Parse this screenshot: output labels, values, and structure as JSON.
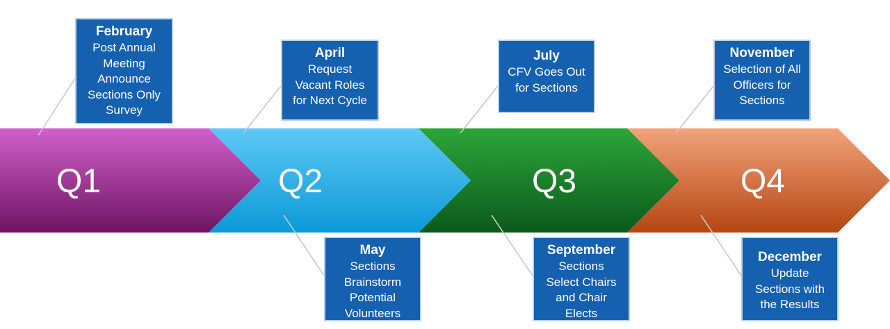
{
  "quarters": [
    {
      "label": "Q1",
      "color_top": "#d160cc",
      "color_bottom": "#6e1462"
    },
    {
      "label": "Q2",
      "color_top": "#5ec8f4",
      "color_bottom": "#0b9ad8"
    },
    {
      "label": "Q3",
      "color_top": "#2da539",
      "color_bottom": "#0b5a1c"
    },
    {
      "label": "Q4",
      "color_top": "#f2a37a",
      "color_bottom": "#b54512"
    }
  ],
  "milestones": [
    {
      "month": "February",
      "lines": [
        "Post Annual",
        "Meeting",
        "Announce",
        "Sections Only",
        "Survey"
      ]
    },
    {
      "month": "April",
      "lines": [
        "Request",
        "Vacant Roles",
        "for Next Cycle"
      ]
    },
    {
      "month": "May",
      "lines": [
        "Sections",
        "Brainstorm",
        "Potential",
        "Volunteers"
      ]
    },
    {
      "month": "July",
      "lines": [
        "CFV Goes Out",
        "for Sections"
      ]
    },
    {
      "month": "September",
      "lines": [
        "Sections",
        "Select Chairs",
        "and Chair",
        "Elects"
      ]
    },
    {
      "month": "November",
      "lines": [
        "Selection of All",
        "Officers for",
        "Sections"
      ]
    },
    {
      "month": "December",
      "lines": [
        "Update",
        "Sections with",
        "the Results"
      ]
    }
  ],
  "colors": {
    "callout_fill": "#1660b0",
    "callout_border": "#bcd0e8",
    "connector": "#c8c8c8"
  }
}
